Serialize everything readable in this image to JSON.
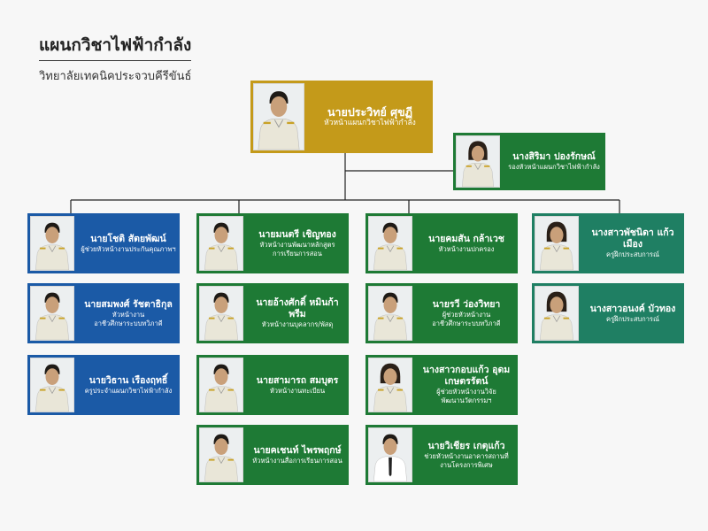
{
  "header": {
    "title": "แผนกวิชาไฟฟ้ากำลัง",
    "subtitle": "วิทยาลัยเทคนิคประจวบคีรีขันธ์"
  },
  "colors": {
    "head": "#c49a1a",
    "green": "#1e7a35",
    "blue": "#1b5aa6",
    "teal": "#1f7f63",
    "line": "#222222"
  },
  "head": {
    "name": "นายประวิทย์  ศุขฏี",
    "role": "หัวหน้าแผนกวิชาไฟฟ้ากำลัง",
    "photo": "male-uniform-photo"
  },
  "deputy": {
    "name": "นางสิริมา  ปองรักษณ์",
    "role": "รองหัวหน้าแผนกวิชาไฟฟ้ากำลัง",
    "photo": "female-uniform-photo"
  },
  "columns": [
    {
      "color": "blue",
      "members": [
        {
          "name": "นายโชติ  สัตยพัฒน์",
          "role": "ผู้ช่วยหัวหน้างานประกันคุณภาพฯ",
          "photo": "male-uniform-photo"
        },
        {
          "name": "นายสมพงศ์  รัชตาธิกุล",
          "role": "หัวหน้างาน\nอาชีวศึกษาระบบทวิภาคี",
          "photo": "male-uniform-photo"
        },
        {
          "name": "นายวิธาน  เรืองฤทธิ์",
          "role": "ครูประจำแผนกวิชาไฟฟ้ากำลัง",
          "photo": "male-uniform-photo"
        }
      ]
    },
    {
      "color": "green",
      "members": [
        {
          "name": "นายมนตรี  เชิญทอง",
          "role": "หัวหน้างานพัฒนาหลักสูตร\nการเรียนการสอน",
          "photo": "male-uniform-photo"
        },
        {
          "name": "นายอ้างศักดิ์  หมินก้าพรีม",
          "role": "หัวหน้างานบุคลากร/พัสดุ",
          "photo": "male-uniform-photo"
        },
        {
          "name": "นายสามารถ  สมบุตร",
          "role": "หัวหน้างานทะเบียน",
          "photo": "male-uniform-photo"
        },
        {
          "name": "นายคเชนท์  ไพรพฤกษ์",
          "role": "หัวหน้างานสื่อการเรียนการสอน",
          "photo": "male-uniform-photo"
        }
      ]
    },
    {
      "color": "green",
      "members": [
        {
          "name": "นายคมสัน  กล้าเวช",
          "role": "หัวหน้างานปกครอง",
          "photo": "male-uniform-photo"
        },
        {
          "name": "นายรวี  ว่องวิทยา",
          "role": "ผู้ช่วยหัวหน้างาน\nอาชีวศึกษาระบบทวิภาคี",
          "photo": "male-uniform-photo"
        },
        {
          "name": "นางสาวกอบแก้ว อุดมเกษตรรัตน์",
          "role": "ผู้ช่วยหัวหน้างานวิจัย\nพัฒนานวัตกรรมฯ",
          "photo": "female-uniform-photo"
        },
        {
          "name": "นายวิเชียร  เกตุแก้ว",
          "role": "ช่วยหัวหน้างานอาคารสถานที่\nงานโครงการพิเศษ",
          "photo": "male-shirt-tie-photo"
        }
      ]
    },
    {
      "color": "teal",
      "members": [
        {
          "name": "นางสาวพัชนิดา แก้วเมือง",
          "role": "ครูฝึกประสบการณ์",
          "photo": "female-uniform-photo"
        },
        {
          "name": "นางสาวอนงค์ บัวทอง",
          "role": "ครูฝึกประสบการณ์",
          "photo": "female-uniform-photo"
        }
      ]
    }
  ]
}
